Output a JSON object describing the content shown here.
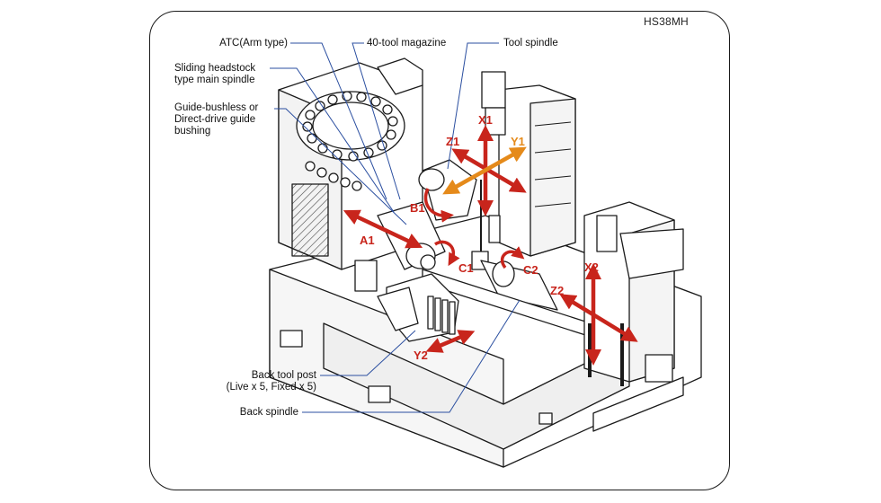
{
  "model": "HS38MH",
  "labels": {
    "atc": "ATC(Arm type)",
    "magazine": "40-tool magazine",
    "tool_spindle": "Tool spindle",
    "headstock": "Sliding headstock\ntype main spindle",
    "guide": "Guide-bushless or\nDirect-drive guide\nbushing",
    "back_post": "Back tool post\n(Live x 5, Fixed x 5)",
    "back_spindle": "Back spindle"
  },
  "axes": {
    "x1": "X1",
    "y1": "Y1",
    "z1": "Z1",
    "b1": "B1",
    "a1": "A1",
    "c1": "C1",
    "c2": "C2",
    "x2": "X2",
    "z2": "Z2",
    "y2": "Y2"
  },
  "colors": {
    "axis_red": "#c8251c",
    "axis_orange": "#e58a1a",
    "leader_blue": "#2b4fa0",
    "line": "#1a1a1a"
  }
}
